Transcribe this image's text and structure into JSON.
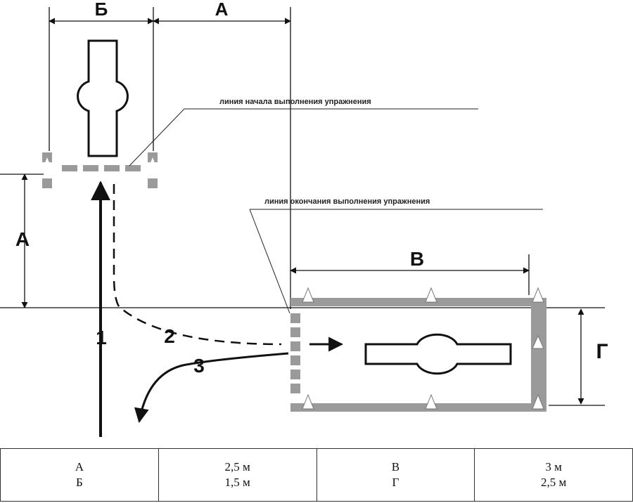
{
  "labels": {
    "dim_A": "А",
    "dim_B_cyr": "Б",
    "dim_V": "В",
    "dim_G": "Г",
    "path_1": "1",
    "path_2": "2",
    "path_3": "3",
    "start_line": "линия начала выполнения упражнения",
    "end_line": "линия окончания выполнения упражнения"
  },
  "colors": {
    "line": "#111111",
    "cone_fill": "#9a9a9a",
    "barrier": "#9a9a9a"
  },
  "table": {
    "rows": [
      [
        {
          "k1": "А",
          "k2": "Б"
        },
        {
          "k1": "2,5 м",
          "k2": "1,5 м"
        },
        {
          "k1": "В",
          "k2": "Г"
        },
        {
          "k1": "3 м",
          "k2": "2,5 м"
        }
      ]
    ]
  }
}
